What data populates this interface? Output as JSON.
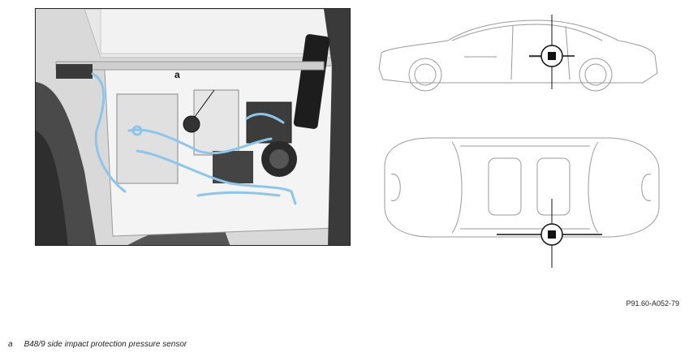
{
  "callout": {
    "letter": "a"
  },
  "figure_code": "P91.60-A052-79",
  "legend": [
    {
      "key": "a",
      "text": "B48/9 side impact protection pressure sensor"
    }
  ],
  "colors": {
    "harness": "#8ec5e8",
    "marker": "#111111",
    "line_art": "#9a9a9a"
  }
}
